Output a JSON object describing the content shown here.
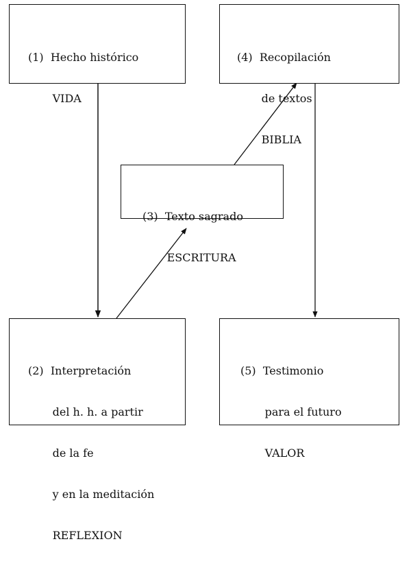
{
  "boxes": {
    "b1": {
      "lines": [
        "(1)  Hecho histórico",
        "       VIDA"
      ]
    },
    "b2": {
      "lines": [
        "(2)  Interpretación",
        "       del h. h. a partir",
        "       de la fe",
        "       y en la meditación",
        "       REFLEXION"
      ]
    },
    "b3": {
      "lines": [
        "(3)  Texto sagrado",
        "       ESCRITURA"
      ]
    },
    "b4": {
      "lines": [
        "(4)  Recopilación",
        "       de textos",
        "       BIBLIA"
      ]
    },
    "b5": {
      "lines": [
        "(5)  Testimonio",
        "       para el futuro",
        "       VALOR"
      ]
    }
  },
  "colors": {
    "ink": "#111111",
    "paper": "#ffffff"
  }
}
